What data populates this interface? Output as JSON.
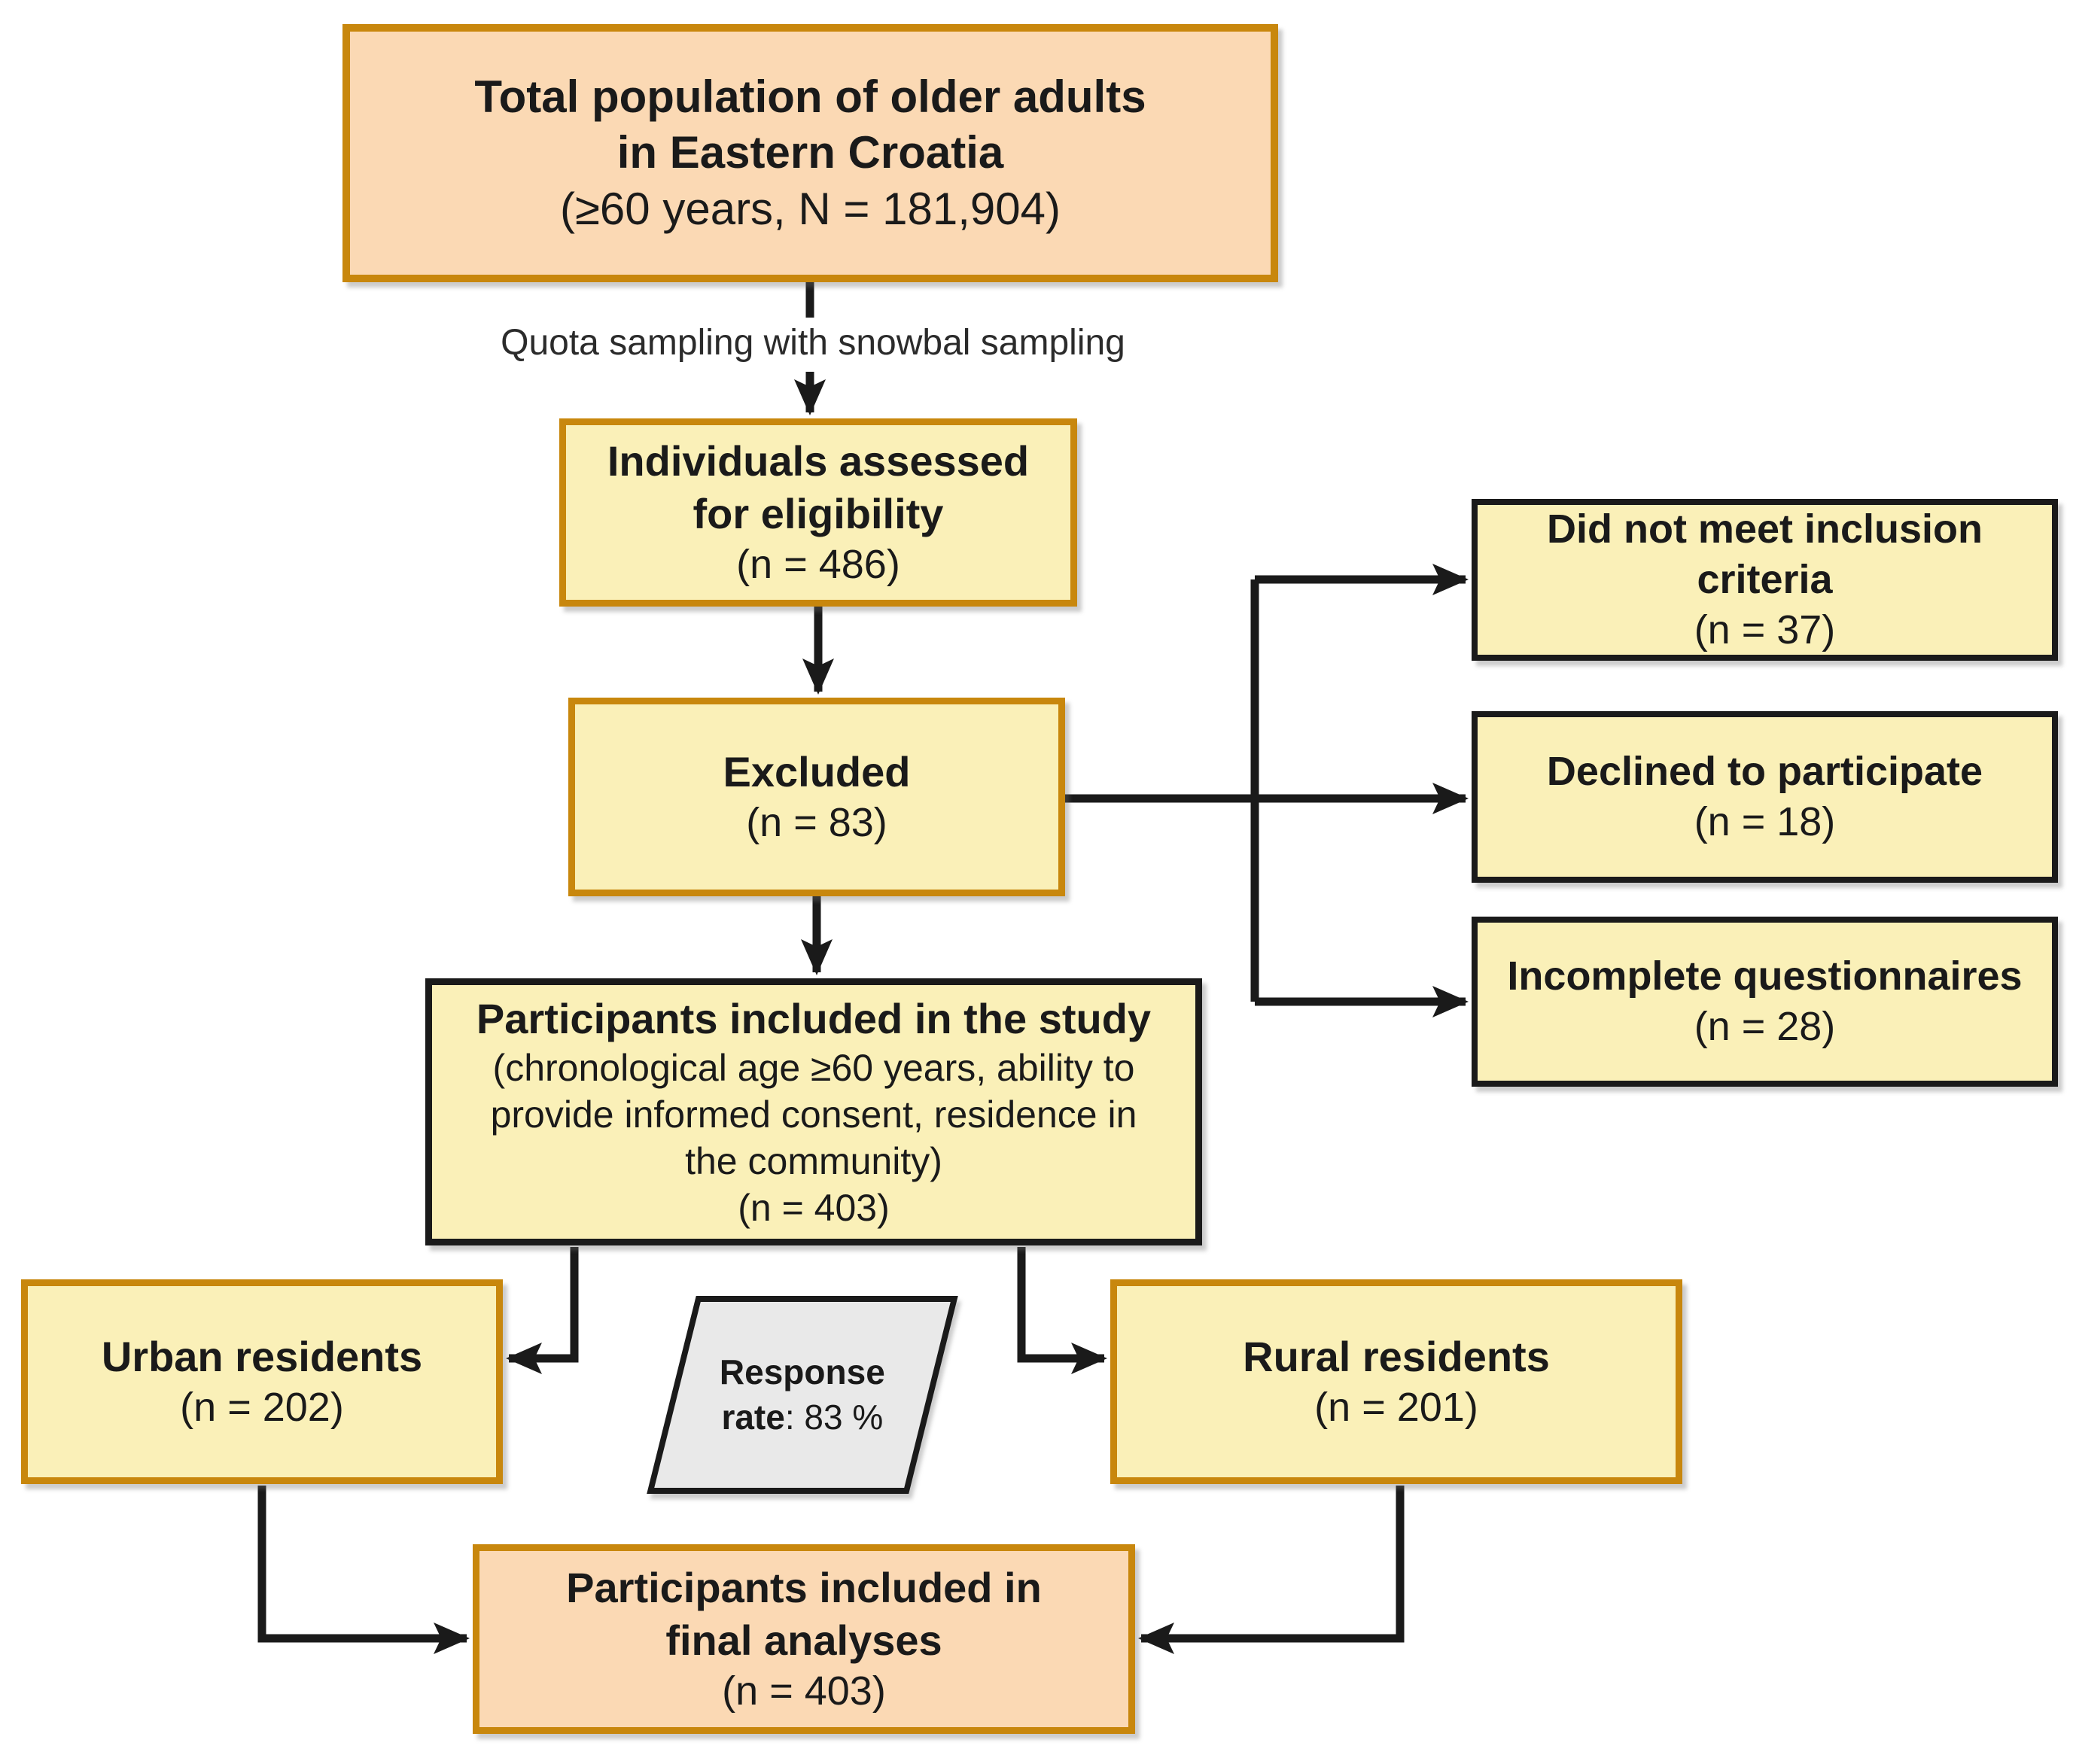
{
  "colors": {
    "peach_fill": "#FBD9B4",
    "yellow_fill": "#FAF0B8",
    "gold_border": "#C8870D",
    "black_border": "#1A1A1A",
    "gray_fill": "#E9E9E9",
    "arrow": "#1A1A1A",
    "background": "#FFFFFF"
  },
  "flow": {
    "top": {
      "l1": "Total population of older adults",
      "l2": "in Eastern Croatia",
      "l3": "(≥60 years, N = 181,904)"
    },
    "sampling_label": "Quota sampling with snowbal sampling",
    "eligibility": {
      "l1": "Individuals assessed",
      "l2": "for eligibility",
      "l3": "(n = 486)"
    },
    "excluded": {
      "l1": "Excluded",
      "l2": "(n = 83)"
    },
    "reasons": [
      {
        "l1": "Did not meet inclusion",
        "l2": "criteria",
        "l3": "(n = 37)"
      },
      {
        "l1": "Declined to participate",
        "l2": "(n = 18)"
      },
      {
        "l1": "Incomplete questionnaires",
        "l2": "(n = 28)"
      }
    ],
    "study": {
      "l1": "Participants included in the study",
      "l2": "(chronological age ≥60 years, ability to",
      "l3": "provide informed consent, residence in",
      "l4": "the community)",
      "l5": "(n = 403)"
    },
    "urban": {
      "l1": "Urban residents",
      "l2": "(n = 202)"
    },
    "rural": {
      "l1": "Rural residents",
      "l2": "(n = 201)"
    },
    "response": {
      "l1": "Response",
      "l2_bold": "rate",
      "l2_rest": ": 83 %"
    },
    "final": {
      "l1": "Participants included in",
      "l2": "final analyses",
      "l3": "(n = 403)"
    }
  }
}
